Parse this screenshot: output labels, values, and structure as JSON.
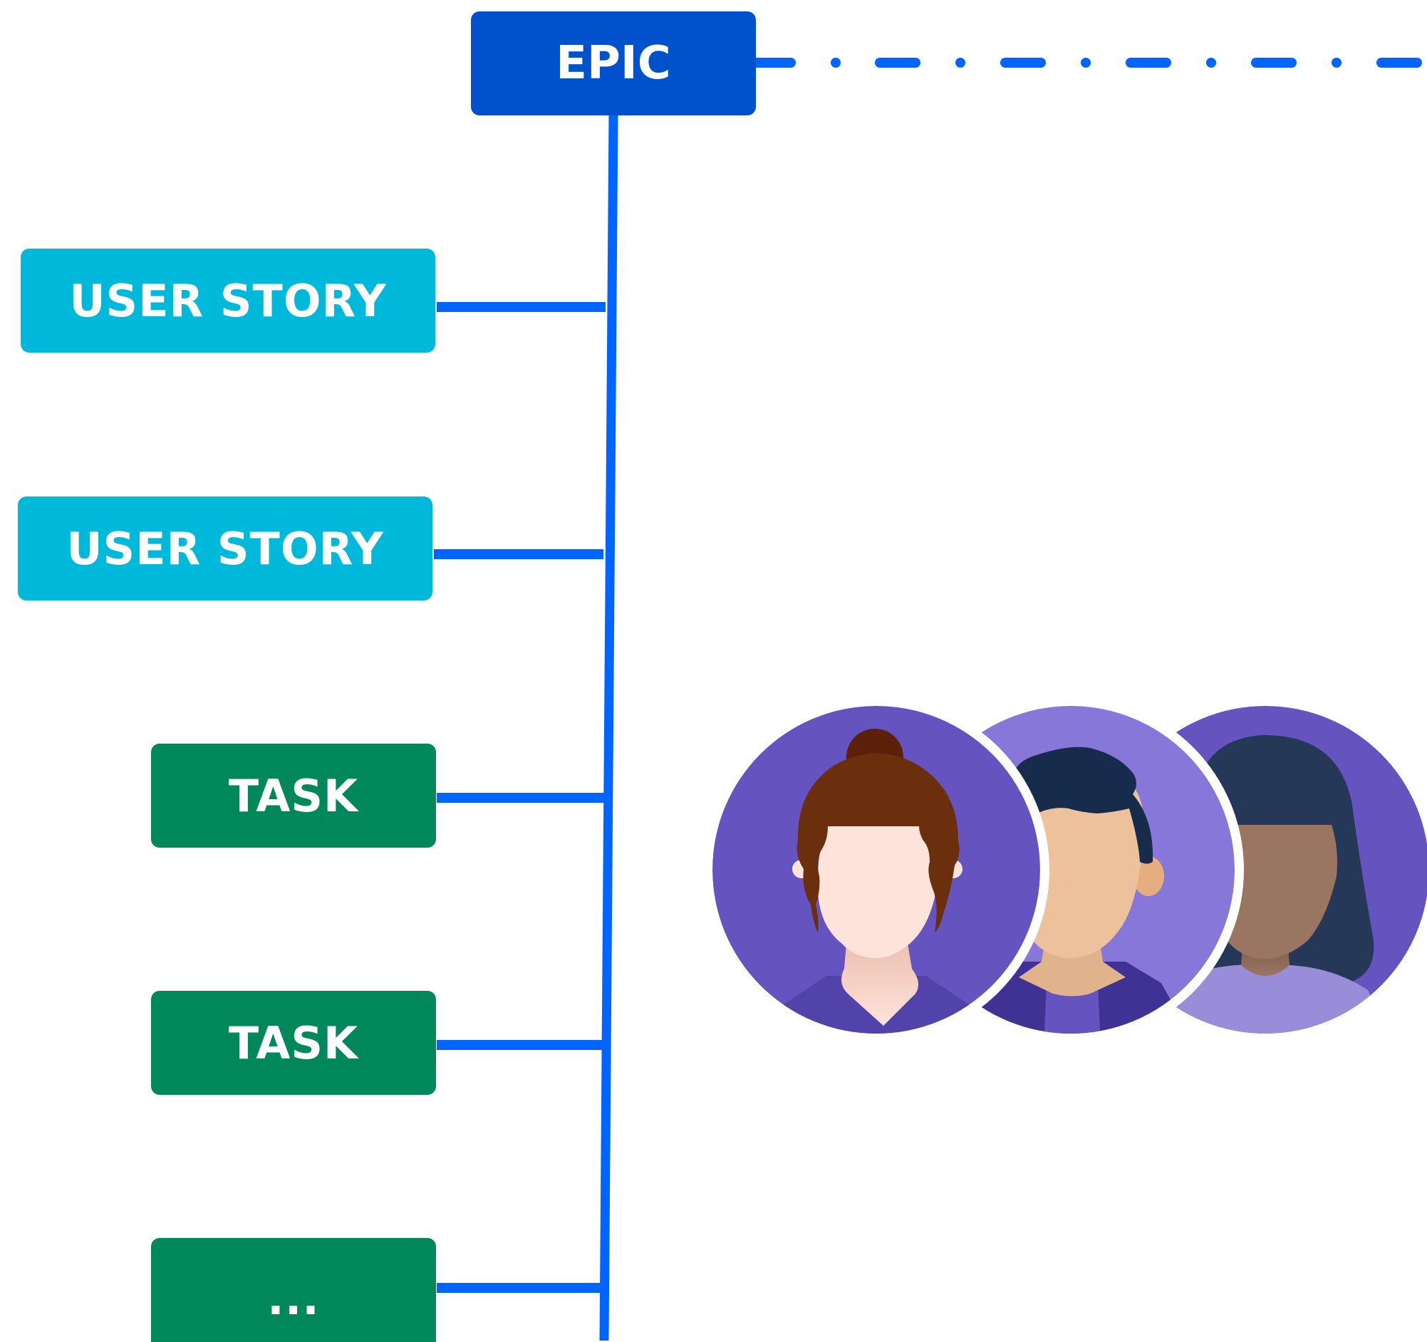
{
  "epic": {
    "label": "EPIC",
    "color": "#0052CC"
  },
  "user_stories": [
    {
      "label": "USER STORY",
      "color": "#00B8D9"
    },
    {
      "label": "USER STORY",
      "color": "#00B8D9"
    }
  ],
  "tasks": [
    {
      "label": "TASK",
      "color": "#00875A"
    },
    {
      "label": "TASK",
      "color": "#00875A"
    },
    {
      "label": "...",
      "color": "#00875A"
    }
  ],
  "connector_color": "#0065FF",
  "team_avatars": [
    {
      "name": "person-avatar-bun-hair",
      "background": "#6554C0"
    },
    {
      "name": "person-avatar-short-hair",
      "background": "#8777D9"
    },
    {
      "name": "person-avatar-long-hair",
      "background": "#6554C0"
    }
  ]
}
